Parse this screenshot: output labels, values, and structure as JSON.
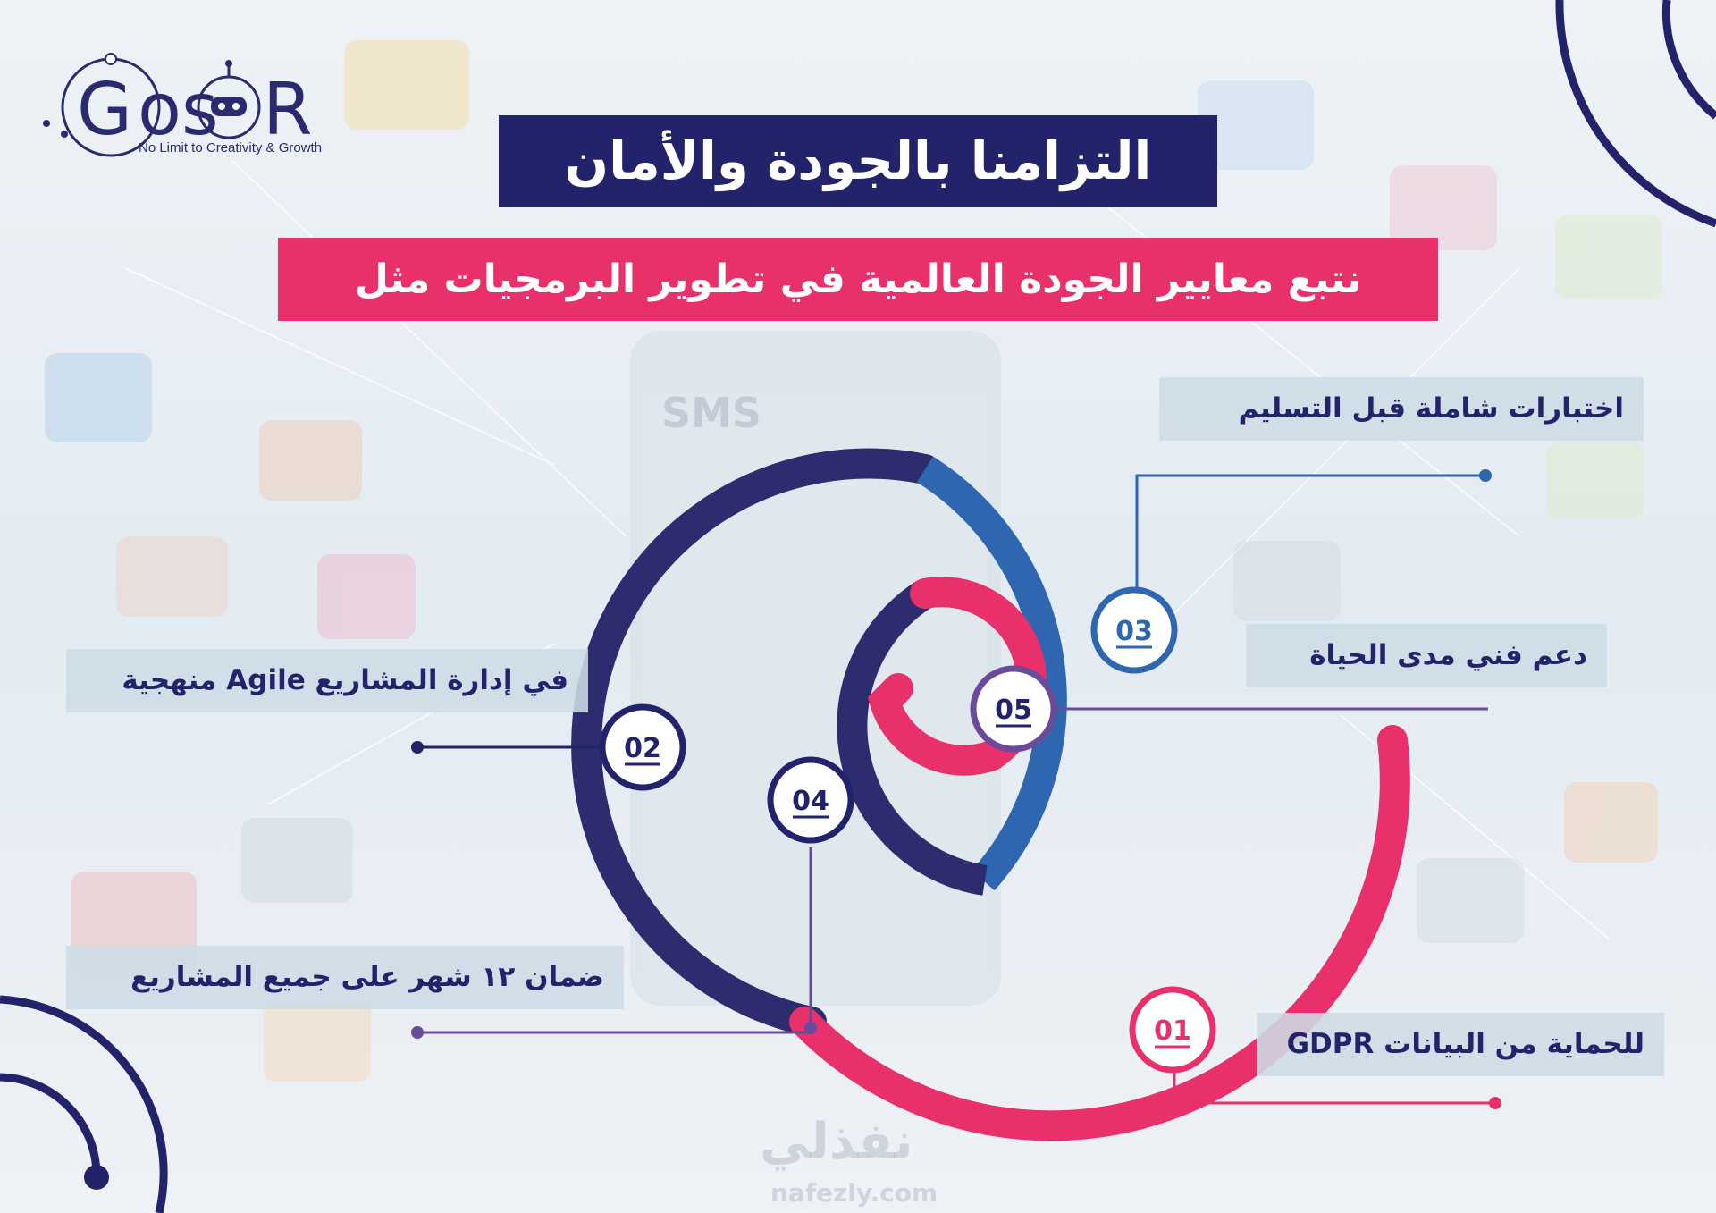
{
  "brand": {
    "name": "GOSOR",
    "tagline": "No Limit to Creativity & Growth"
  },
  "title": "التزامنا بالجودة والأمان",
  "subtitle": "نتبع معايير الجودة العالمية في تطوير البرمجيات مثل",
  "background_text": {
    "sms": "SMS"
  },
  "features": [
    {
      "number": "01",
      "text": "للحماية من البيانات GDPR",
      "color": "#e8306a"
    },
    {
      "number": "02",
      "text": "في إدارة المشاريع Agile منهجية",
      "color": "#23236b"
    },
    {
      "number": "03",
      "text": "اختبارات شاملة قبل التسليم",
      "color": "#2f66b0"
    },
    {
      "number": "04",
      "text": "ضمان ١٢ شهر على جميع المشاريع",
      "color": "#23236b"
    },
    {
      "number": "05",
      "text": "دعم فني مدى الحياة",
      "color": "#e8306a"
    }
  ],
  "watermark": {
    "arabic": "نفذلي",
    "url": "nafezly.com"
  },
  "colors": {
    "navy": "#23236b",
    "pink": "#e8306a",
    "blue": "#2f66b0",
    "purple": "#6a4a9a"
  }
}
